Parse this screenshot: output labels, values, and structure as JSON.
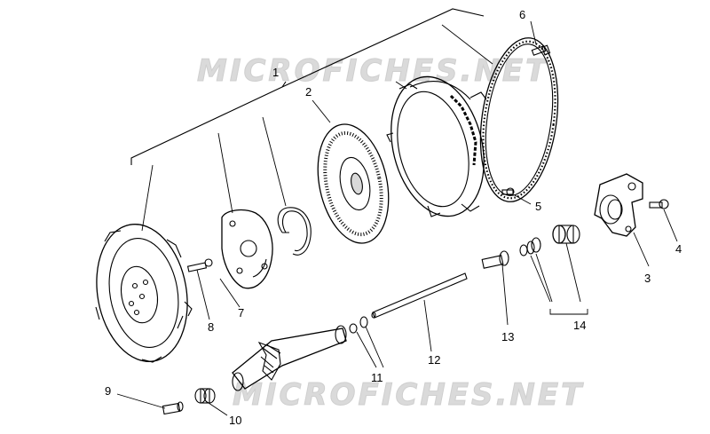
{
  "watermark": {
    "text": "MICROFICHES.NET"
  },
  "callouts": {
    "c1": "1",
    "c2": "2",
    "c3": "3",
    "c4": "4",
    "c5": "5",
    "c6": "6",
    "c7": "7",
    "c8": "8",
    "c9": "9",
    "c10": "10",
    "c11": "11",
    "c12": "12",
    "c13": "13",
    "c14": "14"
  },
  "parts": {
    "p1": "clutch-assembly",
    "p2": "clutch-disc",
    "p3": "clutch-slave-cylinder",
    "p4": "bolt",
    "p5": "screw",
    "p6": "screw",
    "p7": "spring-plate",
    "p8": "bolt",
    "p9": "pin",
    "p10": "bushing",
    "p11": "spacer",
    "p12": "push-rod",
    "p13": "pushrod-cap",
    "p14": "seal-kit"
  },
  "colors": {
    "line": "#000000",
    "watermark": "#dadada",
    "background": "#ffffff"
  }
}
